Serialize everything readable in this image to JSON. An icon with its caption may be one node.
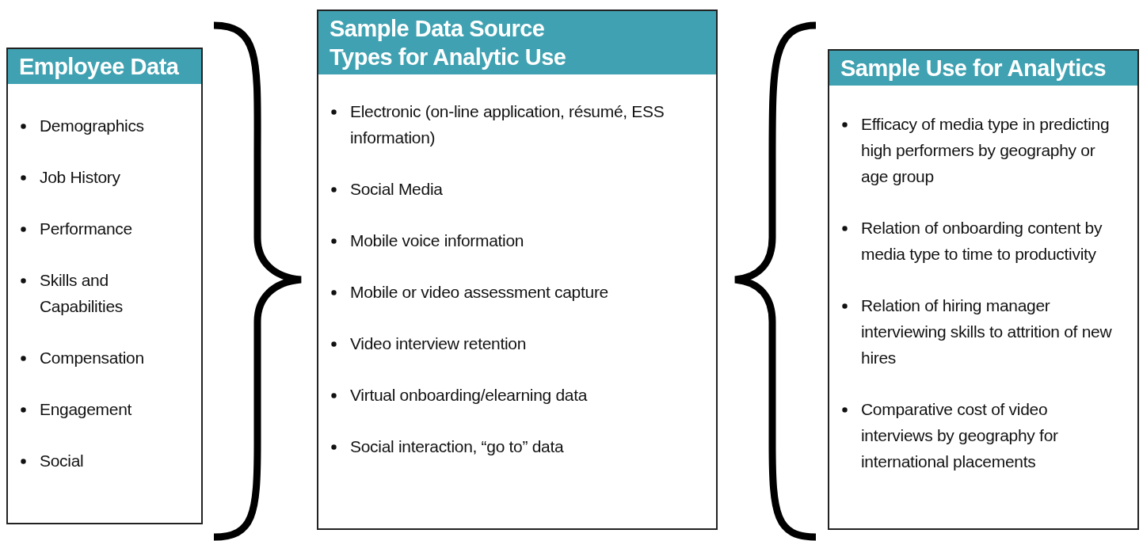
{
  "diagram": {
    "nodes": [
      {
        "text": [
          "Employee Data",
          "Demographics",
          "Job History",
          "Performance",
          "Skills and Capabilities",
          "Compensation",
          "Engagement",
          "Social"
        ]
      },
      {
        "text": [
          "Sample Data Source Types for Analytic Use",
          "Electronic (on-line application, résumé, ESS information)",
          "Social Media",
          "Mobile voice information",
          "Mobile or video assessment capture",
          "Video interview retention",
          "Virtual onboarding/elearning data",
          "Social interaction, “go to” data"
        ]
      },
      {
        "text": [
          "Sample Use for Analytics",
          "Efficacy of media type in predicting high performers by geography or age group",
          "Relation of onboarding content by media type to time to productivity",
          "Relation of hiring manager interviewing skills to attrition of new hires",
          "Comparative cost of video interviews by geography for international placements"
        ]
      }
    ]
  }
}
